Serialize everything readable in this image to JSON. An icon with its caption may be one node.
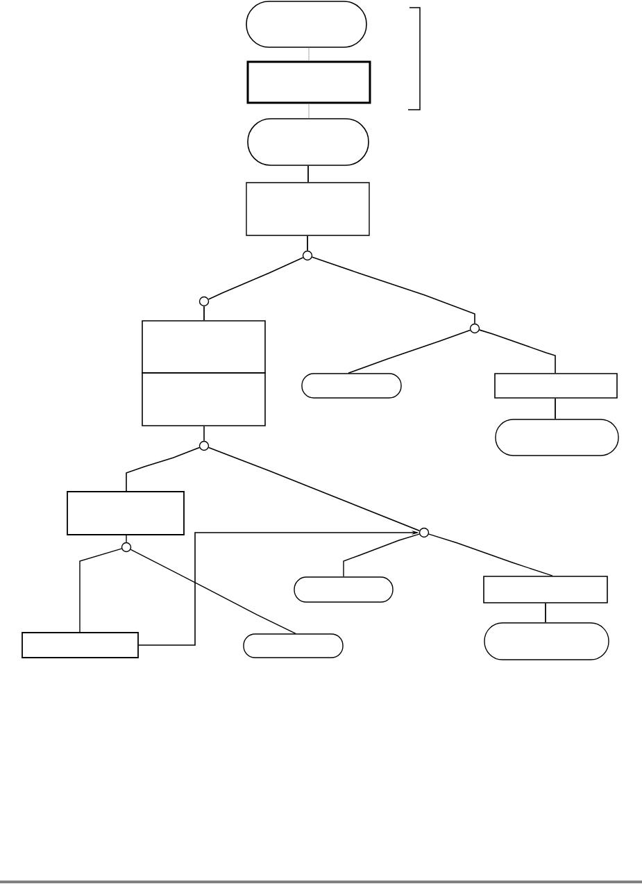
{
  "diagram": {
    "nodes": [
      {
        "text": [],
        "shape": "capsule"
      },
      {
        "text": [],
        "shape": "box"
      },
      {
        "text": [],
        "shape": "capsule"
      },
      {
        "text": [],
        "shape": "box"
      },
      {
        "text": [],
        "shape": "circle"
      },
      {
        "text": [],
        "shape": "circle"
      },
      {
        "text": [],
        "shape": "box"
      },
      {
        "text": [],
        "shape": "circle"
      },
      {
        "text": [],
        "shape": "box"
      },
      {
        "text": [],
        "shape": "capsule"
      },
      {
        "text": [],
        "shape": "box"
      },
      {
        "text": [],
        "shape": "capsule"
      },
      {
        "text": [],
        "shape": "circle"
      },
      {
        "text": [],
        "shape": "box"
      },
      {
        "text": [],
        "shape": "circle"
      },
      {
        "text": [],
        "shape": "circle"
      },
      {
        "text": [],
        "shape": "capsule"
      },
      {
        "text": [],
        "shape": "box"
      },
      {
        "text": [],
        "shape": "box"
      },
      {
        "text": [],
        "shape": "capsule"
      },
      {
        "text": [],
        "shape": "capsule"
      }
    ],
    "edges": [
      {
        "from": 0,
        "to": 1,
        "arrow": "none",
        "color": "#a6a6a6"
      },
      {
        "from": 1,
        "to": 2,
        "arrow": "none",
        "color": "#a6a6a6"
      },
      {
        "from": 2,
        "to": 3,
        "arrow": "none"
      },
      {
        "from": 3,
        "to": 4,
        "arrow": "none"
      },
      {
        "from": 4,
        "to": 5,
        "arrow": "none"
      },
      {
        "from": 4,
        "to": 7,
        "arrow": "none"
      },
      {
        "from": 5,
        "to": 6,
        "arrow": "none"
      },
      {
        "from": 7,
        "to": 9,
        "arrow": "none"
      },
      {
        "from": 7,
        "to": 10,
        "arrow": "none"
      },
      {
        "from": 10,
        "to": 11,
        "arrow": "none"
      },
      {
        "from": 8,
        "to": 12,
        "arrow": "none"
      },
      {
        "from": 12,
        "to": 13,
        "arrow": "none"
      },
      {
        "from": 12,
        "to": 14,
        "arrow": "none"
      },
      {
        "from": 13,
        "to": 15,
        "arrow": "none"
      },
      {
        "from": 15,
        "to": 18,
        "arrow": "none"
      },
      {
        "from": 15,
        "to": 19,
        "arrow": "none"
      },
      {
        "from": 18,
        "to": 14,
        "arrow": "to"
      },
      {
        "from": 14,
        "to": 16,
        "arrow": "none"
      },
      {
        "from": 14,
        "to": 17,
        "arrow": "none"
      },
      {
        "from": 17,
        "to": 20,
        "arrow": "none"
      }
    ]
  }
}
